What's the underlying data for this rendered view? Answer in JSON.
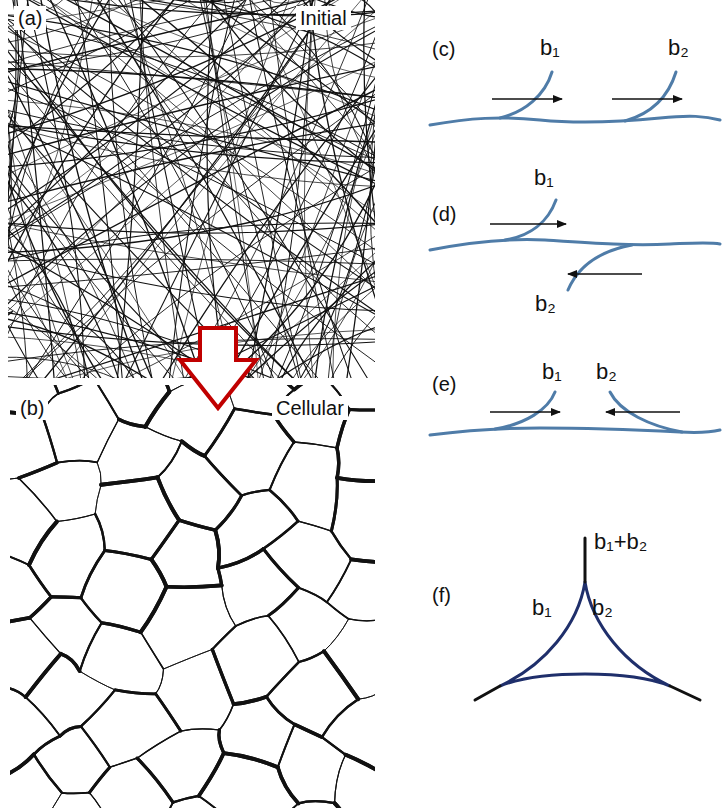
{
  "diagram": {
    "labels": [
      "(a)",
      "Initial",
      "(b)",
      "Cellular",
      "(c)",
      "b₁",
      "b₂",
      "(d)",
      "b₁",
      "b₂",
      "(e)",
      "b₁",
      "b₂",
      "(f)",
      "b₁+b₂",
      "b₁",
      "b₂"
    ]
  }
}
